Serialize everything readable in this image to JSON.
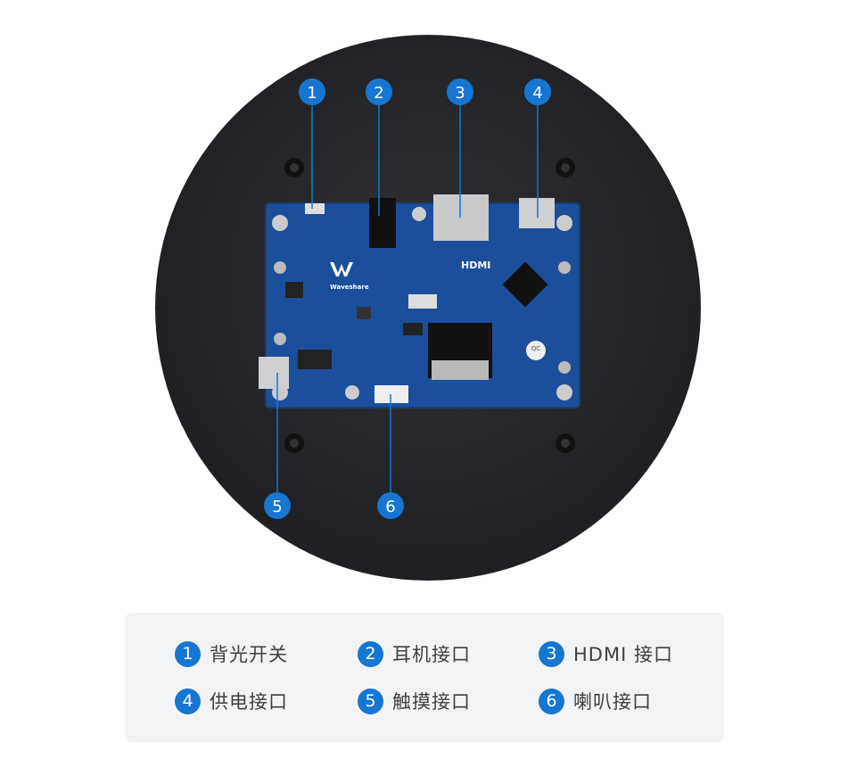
{
  "colors": {
    "marker": "#1676d2",
    "board": "#1b4f9c",
    "disc": "#2a2b2e",
    "legend_bg": "#f2f3f5"
  },
  "board": {
    "logo_text": "Waveshare",
    "hdmi_silk": "HDMI",
    "qc_label": "QC"
  },
  "callouts": [
    {
      "num": "1",
      "label": "背光开关"
    },
    {
      "num": "2",
      "label": "耳机接口"
    },
    {
      "num": "3",
      "label": "HDMI 接口"
    },
    {
      "num": "4",
      "label": "供电接口"
    },
    {
      "num": "5",
      "label": "触摸接口"
    },
    {
      "num": "6",
      "label": "喇叭接口"
    }
  ]
}
